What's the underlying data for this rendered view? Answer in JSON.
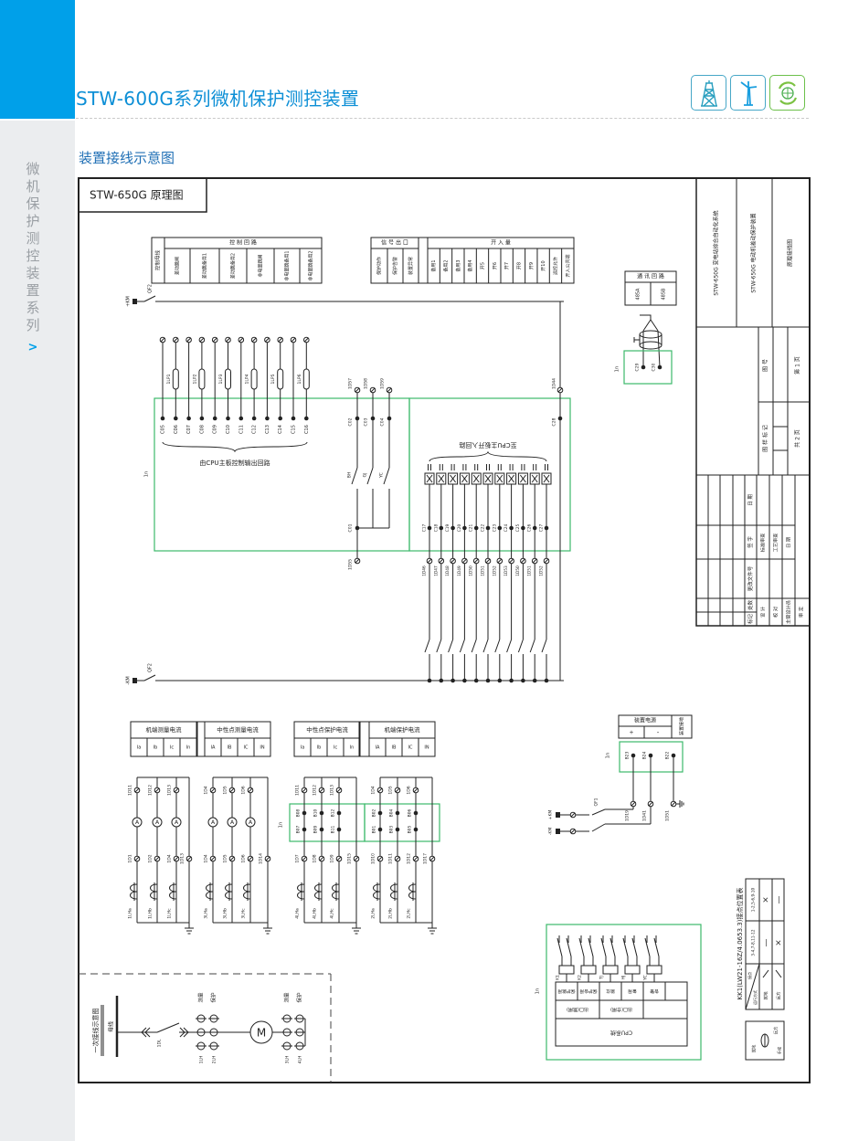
{
  "header": {
    "title": "STW-600G系列微机保护测控装置",
    "icons": [
      "power-tower-icon",
      "wind-turbine-icon",
      "eco-globe-icon"
    ]
  },
  "sidebar": {
    "label": "微机保护测控装置系列",
    "arrow": ">"
  },
  "section_title": "装置接线示意图",
  "drawing": {
    "title": "STW-650G 原理图",
    "unit_label": "1n",
    "control_table": {
      "bus": "控制母线",
      "group": "控 制 回 路",
      "items": [
        "差动跳闸",
        "差动跳备用1",
        "差动跳备用2",
        "非电量跳闸",
        "非电量跳备用1",
        "非电量跳备用2"
      ]
    },
    "signal_table": {
      "group": "信 号 出 口",
      "items": [
        "保护动作",
        "保护告警",
        "装置异常"
      ]
    },
    "input_table": {
      "group": "开 入 量",
      "items": [
        "备用1",
        "备用2",
        "备用3",
        "备用4",
        "开5",
        "开6",
        "开7",
        "开8",
        "开9",
        "开10",
        "远控允许",
        "开入公共端"
      ]
    },
    "comm_table": {
      "group": "通 讯 回 路",
      "items": [
        "485A",
        "485B"
      ],
      "terminals": [
        "C29",
        "C30"
      ]
    },
    "bus": {
      "pos": "+KM",
      "neg": "-KM",
      "breaker": "QF2"
    },
    "output_loop": {
      "terminals": [
        "C05",
        "C06",
        "C07",
        "C08",
        "C09",
        "C10",
        "C11",
        "C12",
        "C13",
        "C14",
        "C15",
        "C16"
      ],
      "plates": [
        "1LP1",
        "1LP2",
        "1LP3",
        "1LP4",
        "1LP5",
        "1LP6"
      ],
      "label": "由CPU主板控制输出回路"
    },
    "signal_loop": {
      "top": [
        "1D57",
        "1D58",
        "1D59"
      ],
      "mid": [
        "C02",
        "C03",
        "C04"
      ],
      "contacts": [
        "BH",
        "GJ",
        "YC"
      ],
      "common": "C01",
      "common_term": "1D55"
    },
    "input_loop": {
      "label": "至CPU主板开入回路",
      "cpu": [
        "C17",
        "C18",
        "C19",
        "C20",
        "C21",
        "C22",
        "C23",
        "C24",
        "C25",
        "C26",
        "C27"
      ],
      "terms": [
        "1D46",
        "1D47",
        "1D48",
        "1D49",
        "1D50",
        "1D51",
        "1D52",
        "1D53",
        "1D50",
        "1D51",
        "1D52"
      ],
      "common_term": "1D44",
      "common_cpu": "C28"
    },
    "ammeter_symbol": "A",
    "current_groups": [
      {
        "title": "机端测量电流",
        "cells": [
          "Ia",
          "Ib",
          "Ic",
          "In"
        ],
        "top": [
          "1D11",
          "1D12",
          "1D13"
        ],
        "bottom": [
          "1D1",
          "1D2",
          "1D4"
        ],
        "return": "1D13",
        "ct": [
          "1LHa",
          "1LHb",
          "1LHc"
        ]
      },
      {
        "title": "中性点测量电流",
        "cells": [
          "IA",
          "IB",
          "IC",
          "IN"
        ],
        "top": [
          "1D4",
          "1D5",
          "1D6"
        ],
        "bottom": [
          "1D4",
          "1D5",
          "1D6"
        ],
        "return": "1D14",
        "ct": [
          "3LHa",
          "3LHb",
          "3LHc"
        ]
      },
      {
        "title": "中性点保护电流",
        "cells": [
          "Ia",
          "Ib",
          "Ic",
          "In"
        ],
        "top": [
          "1D11",
          "1D12",
          "1D13"
        ],
        "cpu_top": [
          "B08",
          "B10",
          "B12"
        ],
        "cpu_bottom": [
          "B07",
          "B09",
          "B11"
        ],
        "bottom": [
          "1D7",
          "1D8",
          "1D9"
        ],
        "return": "1D15",
        "ct": [
          "4LHa",
          "4LHb",
          "4LHc"
        ]
      },
      {
        "title": "机端保护电流",
        "cells": [
          "IA",
          "IB",
          "IC",
          "IN"
        ],
        "top": [
          "1D4",
          "1D5",
          "1D6"
        ],
        "cpu_top": [
          "B02",
          "B04",
          "B06"
        ],
        "cpu_bottom": [
          "B01",
          "B03",
          "B05"
        ],
        "bottom": [
          "1D10",
          "1D11",
          "1D12"
        ],
        "return": "1D17",
        "ct": [
          "2LHa",
          "2LHb",
          "2LHc"
        ]
      }
    ],
    "power": {
      "title": "装置电源",
      "plus": "+",
      "minus": "-",
      "ground": "装置接地",
      "cpu": [
        "B23",
        "B24",
        "B22"
      ],
      "terms": [
        "1D19",
        "1D41",
        "1D51"
      ],
      "pos": "+KM",
      "neg": "-KM",
      "breaker": "QF1"
    },
    "cpu_box": {
      "relays": [
        "K1",
        "K2",
        "TJ",
        "HJ",
        "YC"
      ],
      "outputs": [
        "保护跳闸",
        "保护合闸",
        "跳位",
        "备用",
        "告警"
      ],
      "exits": [
        "出口(跳闸)",
        "出口(合闸)"
      ],
      "cpu": "CPU系统"
    },
    "kk_table": {
      "title": "KK1(LW21-16Z/4.0653.3)接点位置表",
      "mode_header": "运行方式",
      "contact_header": "接点",
      "cols": [
        "1-2,5-6,9-10",
        "3-4,7-8,11-12"
      ],
      "rows": [
        {
          "mode": "就地",
          "marks": [
            "×",
            "—"
          ]
        },
        {
          "mode": "远方",
          "marks": [
            "—",
            "×"
          ]
        }
      ]
    },
    "switch": {
      "left": "就地",
      "right": "远方",
      "bottom": "手动"
    },
    "primary": {
      "title": "一次接线示意图",
      "bus": "母线",
      "breaker": "1DL",
      "group1": [
        "测量",
        "保护"
      ],
      "group2": [
        "测量",
        "保护"
      ],
      "ct_labels": [
        "1LH",
        "2LH",
        "3LH",
        "4LH"
      ],
      "motor": "M"
    },
    "title_block": {
      "system": "STW-650G 变电站综合自动化系统",
      "device": "STW-650G 电动机差动保护装置",
      "drawing_name": "原理接线图",
      "sample": "图 样 标 记",
      "drawing_no": "图  号",
      "total": "共 2 页",
      "page": "第 1 页",
      "rev_headers": [
        "标记",
        "处数",
        "更改文件号",
        "签 字",
        "日 期"
      ],
      "roles": [
        "设 计",
        "校 对",
        "主管设计员",
        "审 定"
      ],
      "reviews": [
        "标准审查",
        "工艺审查",
        "日 期"
      ]
    }
  }
}
